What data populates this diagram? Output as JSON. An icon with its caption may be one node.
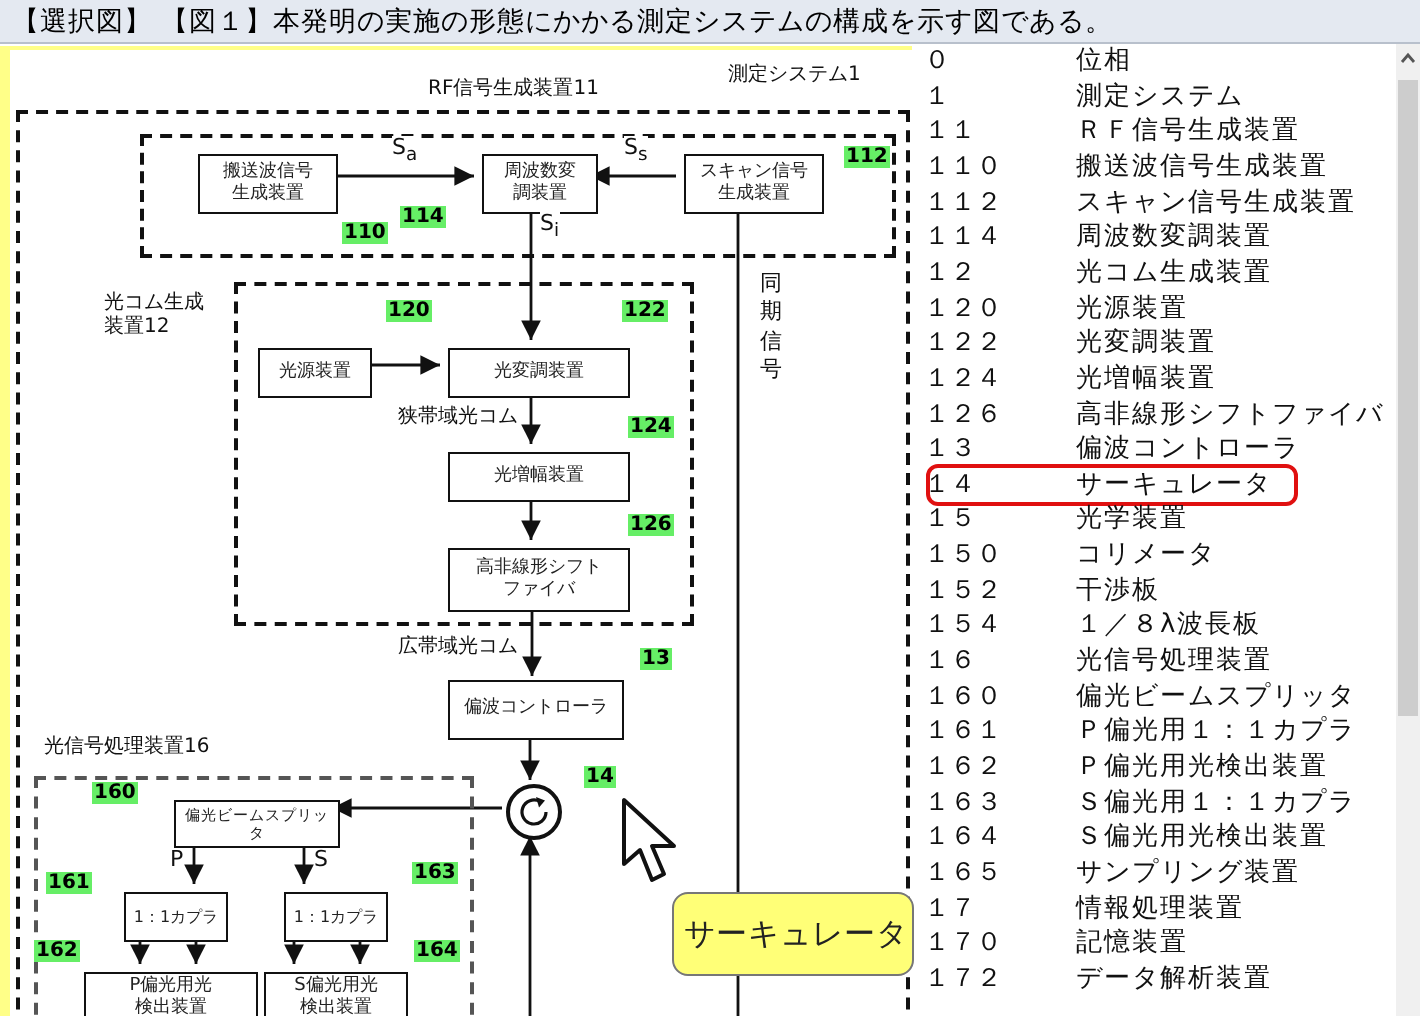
{
  "diagram": {
    "title": "【選択図】 【図１】本発明の実施の形態にかかる測定システムの構成を示す図である。",
    "nodes": [
      {
        "text": [
          "測定システム1"
        ]
      },
      {
        "text": [
          "RF信号生成装置11"
        ],
        "in": 0
      },
      {
        "text": [
          "搬送波信号生成装置"
        ],
        "in": 1,
        "beside": [
          "110"
        ]
      },
      {
        "text": [
          "周波数変調装置"
        ],
        "in": 1,
        "beside": [
          "114"
        ]
      },
      {
        "text": [
          "スキャン信号生成装置"
        ],
        "in": 1,
        "beside": [
          "112"
        ]
      },
      {
        "text": [
          "光コム生成装置12"
        ],
        "in": 0
      },
      {
        "text": [
          "光源装置"
        ],
        "in": 5,
        "beside": [
          "120"
        ]
      },
      {
        "text": [
          "光変調装置"
        ],
        "in": 5,
        "beside": [
          "122"
        ]
      },
      {
        "text": [
          "光増幅装置"
        ],
        "in": 5,
        "beside": [
          "124"
        ]
      },
      {
        "text": [
          "高非線形シフトファイバ"
        ],
        "in": 5,
        "beside": [
          "126"
        ]
      },
      {
        "text": [
          "偏波コントローラ"
        ],
        "in": 0,
        "beside": [
          "13"
        ]
      },
      {
        "text": [],
        "shape": "circle",
        "in": 0,
        "beside": [
          "14"
        ]
      },
      {
        "text": [
          "光信号処理装置16"
        ],
        "in": 0
      },
      {
        "text": [
          "偏光ビームスプリッタ"
        ],
        "in": 12,
        "beside": [
          "160"
        ]
      },
      {
        "text": [
          "1：1カプラ"
        ],
        "in": 12,
        "beside": [
          "161"
        ]
      },
      {
        "text": [
          "1：1カプラ"
        ],
        "in": 12,
        "beside": [
          "163"
        ]
      },
      {
        "text": [
          "P偏光用光検出装置"
        ],
        "in": 12,
        "beside": [
          "162"
        ]
      },
      {
        "text": [
          "S偏光用光検出装置"
        ],
        "in": 12,
        "beside": [
          "164"
        ]
      }
    ],
    "edges": [
      {
        "from": 2,
        "to": 3,
        "arrow": "to",
        "label": "S$_{a}$"
      },
      {
        "from": 4,
        "to": 3,
        "arrow": "to",
        "label": "S$_{s}$"
      },
      {
        "from": 3,
        "to": 7,
        "arrow": "to",
        "label": "S$_{i}$"
      },
      {
        "from": 6,
        "to": 7,
        "arrow": "to"
      },
      {
        "from": 7,
        "to": 8,
        "arrow": "to",
        "label": "狭帯域光コム"
      },
      {
        "from": 8,
        "to": 9,
        "arrow": "to"
      },
      {
        "from": 9,
        "to": 10,
        "arrow": "to",
        "label": "広帯域光コム"
      },
      {
        "from": 10,
        "to": 11,
        "arrow": "to"
      },
      {
        "from": 11,
        "to": 13,
        "arrow": "to"
      },
      {
        "from": 13,
        "to": 14,
        "arrow": "to",
        "label": "P"
      },
      {
        "from": 13,
        "to": 15,
        "arrow": "to",
        "label": "S"
      },
      {
        "from": 14,
        "to": 16,
        "arrow": "to"
      },
      {
        "from": 14,
        "to": 16,
        "arrow": "to"
      },
      {
        "from": 15,
        "to": 17,
        "arrow": "to"
      },
      {
        "from": 15,
        "to": 17,
        "arrow": "to"
      },
      {
        "from": null,
        "to": 11,
        "arrow": "to"
      },
      {
        "from": 4,
        "to": null,
        "arrow": "none",
        "label": "同期信号"
      }
    ],
    "labels": [
      "サーキュレータ",
      "０",
      "位相",
      "１",
      "測定システム",
      "１１",
      "ＲＦ信号生成装置",
      "１１０",
      "搬送波信号生成装置",
      "１１２",
      "スキャン信号生成装置",
      "１１４",
      "周波数変調装置",
      "１２",
      "光コム生成装置",
      "１２０",
      "光源装置",
      "１２２",
      "光変調装置",
      "１２４",
      "光増幅装置",
      "１２６",
      "高非線形シフトファイバ",
      "１３",
      "偏波コントローラ",
      "１４",
      "サーキュレータ",
      "１５",
      "光学装置",
      "１５０",
      "コリメータ",
      "１５２",
      "干渉板",
      "１５４",
      "１／８λ波長板",
      "１６",
      "光信号処理装置",
      "１６０",
      "偏光ビームスプリッタ",
      "１６１",
      "Ｐ偏光用１：１カプラ",
      "１６２",
      "Ｐ偏光用光検出装置",
      "１６３",
      "Ｓ偏光用１：１カプラ",
      "１６４",
      "Ｓ偏光用光検出装置",
      "１６５",
      "サンプリング装置",
      "１７",
      "情報処理装置",
      "１７０",
      "記憶装置",
      "１７２",
      "データ解析装置"
    ]
  }
}
